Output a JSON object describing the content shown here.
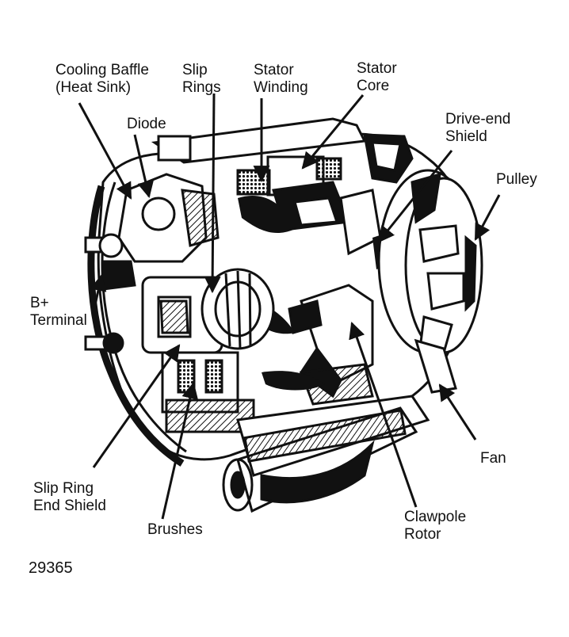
{
  "labels": {
    "cooling_baffle": [
      "Cooling Baffle",
      "(Heat Sink)"
    ],
    "slip_rings": [
      "Slip",
      "Rings"
    ],
    "stator_winding": [
      "Stator",
      "Winding"
    ],
    "stator_core": [
      "Stator",
      "Core"
    ],
    "diode": [
      "Diode"
    ],
    "drive_end_shield": [
      "Drive-end",
      "Shield"
    ],
    "pulley": [
      "Pulley"
    ],
    "b_terminal": [
      "B+",
      "Terminal"
    ],
    "fan": [
      "Fan"
    ],
    "slip_ring_end_shield": [
      "Slip Ring",
      "End Shield"
    ],
    "brushes": [
      "Brushes"
    ],
    "clawpole_rotor": [
      "Clawpole",
      "Rotor"
    ]
  },
  "figure_number": "29365"
}
